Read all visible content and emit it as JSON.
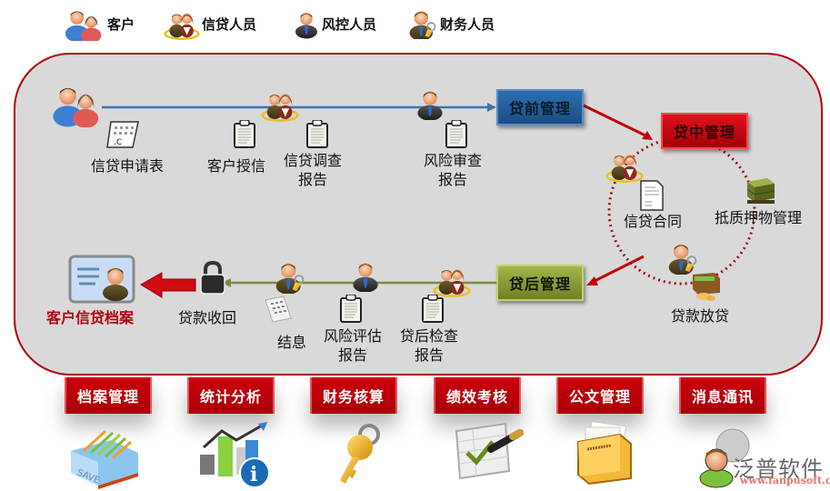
{
  "legend": [
    {
      "label": "客户",
      "icon": "customer-icon"
    },
    {
      "label": "信贷人员",
      "icon": "credit-officer-icon"
    },
    {
      "label": "风控人员",
      "icon": "risk-control-officer-icon"
    },
    {
      "label": "财务人员",
      "icon": "finance-officer-icon"
    }
  ],
  "stages": {
    "pre_loan": "贷前管理",
    "in_loan": "贷中管理",
    "post_loan": "贷后管理"
  },
  "pre_loan_nodes": [
    {
      "label": "信贷申请表",
      "actor": "customer"
    },
    {
      "label": "客户授信",
      "actor": "credit-officer"
    },
    {
      "label": "信贷调查\n报告",
      "actor": "credit-officer"
    },
    {
      "label": "风险审查\n报告",
      "actor": "risk-control-officer"
    }
  ],
  "in_loan_nodes": [
    {
      "label": "信贷合同",
      "actor": "credit-officer"
    },
    {
      "label": "抵质押物管理",
      "actor": "none"
    },
    {
      "label": "贷款放贷",
      "actor": "finance-officer"
    }
  ],
  "post_loan_nodes": [
    {
      "label": "贷后检查\n报告",
      "actor": "credit-officer"
    },
    {
      "label": "风险评估\n报告",
      "actor": "risk-control-officer"
    },
    {
      "label": "结息",
      "actor": "finance-officer"
    },
    {
      "label": "贷款收回",
      "actor": "none"
    },
    {
      "label": "客户信贷档案",
      "actor": "none"
    }
  ],
  "modules": [
    {
      "label": "档案管理",
      "icon": "archive-save-icon"
    },
    {
      "label": "统计分析",
      "icon": "statistics-chart-icon"
    },
    {
      "label": "财务核算",
      "icon": "key-icon"
    },
    {
      "label": "绩效考核",
      "icon": "checklist-pen-icon"
    },
    {
      "label": "公文管理",
      "icon": "document-folder-icon"
    },
    {
      "label": "消息通讯",
      "icon": "chat-user-icon"
    }
  ],
  "watermark": {
    "brand": "泛普软件",
    "url": "www.fanpusoft.com"
  },
  "colors": {
    "frame_border": "#b5000b",
    "frame_fill": "#d9d9d9",
    "pre_loan": "#1b4d85",
    "in_loan": "#cc000c",
    "post_loan": "#7a8c2c",
    "tab": "#b8000a"
  }
}
